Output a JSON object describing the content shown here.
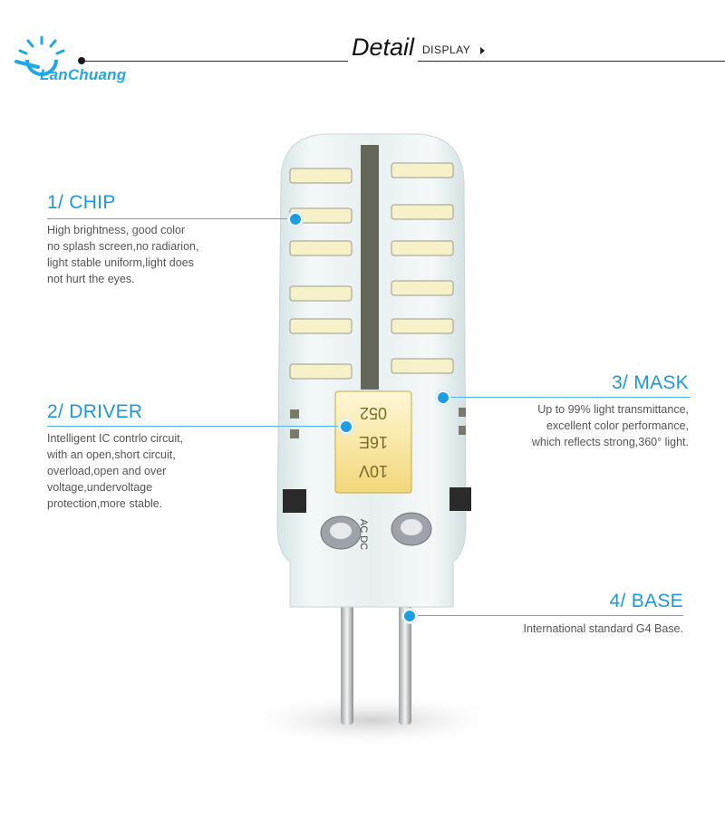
{
  "brand": {
    "name": "LanChuang",
    "color": "#1fa7e8"
  },
  "header": {
    "title": "Detail",
    "subtitle": "DISPLAY"
  },
  "accent": "#1c97dc",
  "features": [
    {
      "title": "1/ CHIP",
      "desc": "High brightness, good color\nno splash screen,no radiarion,\nlight stable uniform,light does\nnot hurt the eyes."
    },
    {
      "title": "2/ DRIVER",
      "desc": "Intelligent IC contrlo circuit,\nwith an open,short circuit,\noverload,open and over\nvoltage,undervoltage\nprotection,more stable."
    },
    {
      "title": "3/ MASK",
      "desc": "Up to 99% light transmittance,\nexcellent color performance,\nwhich reflects strong,360° light."
    },
    {
      "title": "4/ BASE",
      "desc": "International standard G4 Base."
    }
  ],
  "component": {
    "marking_top": "052",
    "marking_mid": "16E",
    "marking_bottom": "10V",
    "base_mark": "AC DC"
  }
}
